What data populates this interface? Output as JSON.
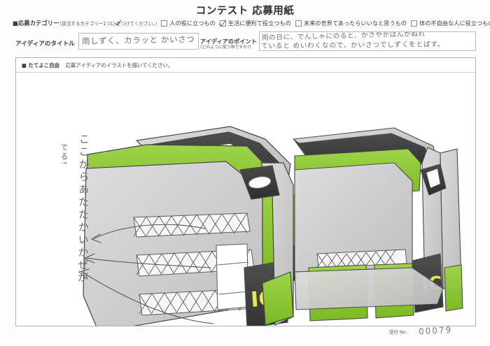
{
  "header": {
    "title": "コンテスト 応募用紙"
  },
  "category": {
    "heading": "■応募カテゴリー",
    "note": "(該当するカテゴリー1つに",
    "note_tail": "をつけてください。)",
    "options": [
      {
        "label": "人の役に立つもの",
        "checked": false
      },
      {
        "label": "生活に便利て役立つもの",
        "checked": true
      },
      {
        "label": "未来の世界てあったらいいなと思うもの",
        "checked": false
      },
      {
        "label": "体の不自由な人に役立つもの",
        "checked": false
      }
    ]
  },
  "idea_title": {
    "label": "アイディアのタイトル",
    "value": "雨しずく、カラッと かいさつ",
    "placeholder": ""
  },
  "idea_point": {
    "label": "アイディアのポイント",
    "sublabel": "(どのように使う物ですか?)",
    "line1": "雨の日に、でんしゃにのると、かさやかばんがぬれ",
    "line2": "ていると めいわくなので、かいさつでしずくをとばす。",
    "placeholder": ""
  },
  "drawing": {
    "caption_head": "■ たてよこ自由",
    "caption_sub": "応募アイディアのイラストを描いてください。",
    "annotation_main": "ここからあたたかいかぜが",
    "annotation_sub": "でる!",
    "ic_label_front": "IC",
    "ic_label_back": "IC"
  },
  "footer": {
    "receipt_label": "受付 No.",
    "receipt_value": "00079"
  },
  "colors": {
    "green": "#8ec63f",
    "green_dark": "#6fae23",
    "grey_body": "#cfcfcf",
    "grey_body_dark": "#a9a9a9",
    "dark_panel": "#3b3b3b",
    "ic_yellow": "#e7e84b",
    "pencil": "#6b6b6b",
    "frame_border": "#b3b3b3"
  }
}
